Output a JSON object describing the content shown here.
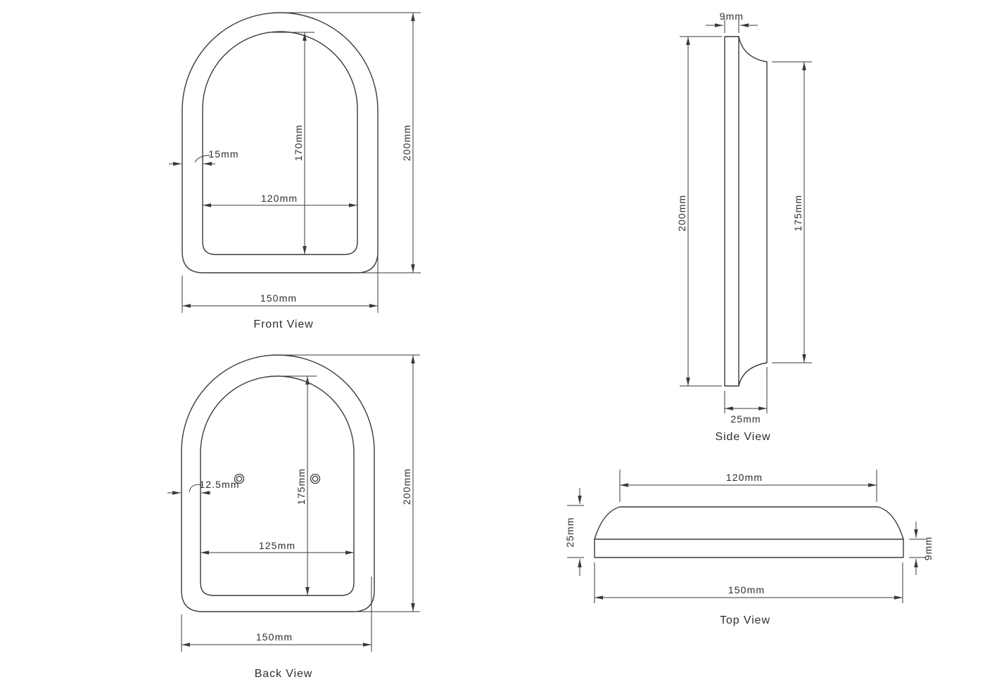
{
  "title": "Arched frame technical drawing",
  "colors": {
    "background": "#ffffff",
    "line": "#3a3a3a",
    "text": "#2e2e2e"
  },
  "views": {
    "front": {
      "label": "Front View",
      "dims": {
        "wall_thickness": "15mm",
        "inner_height": "170mm",
        "inner_width": "120mm",
        "outer_height": "200mm",
        "outer_width": "150mm"
      }
    },
    "back": {
      "label": "Back View",
      "dims": {
        "wall_thickness": "12.5mm",
        "inner_height": "175mm",
        "inner_width": "125mm",
        "outer_height": "200mm",
        "outer_width": "150mm"
      }
    },
    "side": {
      "label": "Side View",
      "dims": {
        "top_thickness": "9mm",
        "overall_height": "200mm",
        "face_height": "175mm",
        "overall_depth": "25mm"
      }
    },
    "top": {
      "label": "Top View",
      "dims": {
        "top_width": "120mm",
        "overall_depth": "25mm",
        "base_thickness": "9mm",
        "base_width": "150mm"
      }
    }
  }
}
